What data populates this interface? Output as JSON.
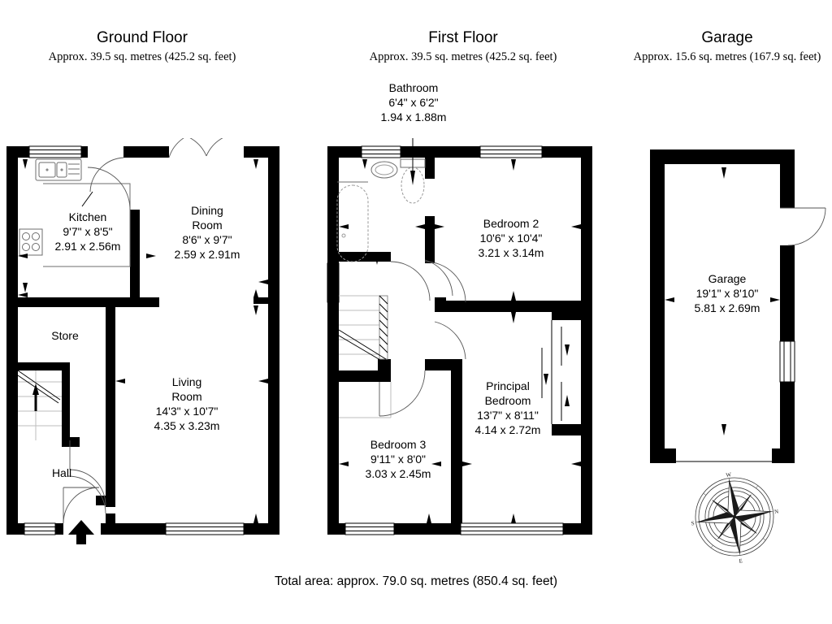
{
  "document": {
    "footer": "Total area: approx. 79.0 sq. metres (850.4 sq. feet)"
  },
  "plans": [
    {
      "id": "ground-floor",
      "title": "Ground Floor",
      "subtitle": "Approx. 39.5 sq. metres (425.2 sq. feet)",
      "rooms": [
        {
          "name": "Kitchen",
          "imperial": "9'7\" x 8'5\"",
          "metric": "2.91 x 2.56m"
        },
        {
          "name": "Dining\nRoom",
          "name_line1": "Dining",
          "name_line2": "Room",
          "imperial": "8'6\" x 9'7\"",
          "metric": "2.59 x 2.91m"
        },
        {
          "name": "Store",
          "imperial": "",
          "metric": ""
        },
        {
          "name": "Living\nRoom",
          "name_line1": "Living",
          "name_line2": "Room",
          "imperial": "14'3\" x 10'7\"",
          "metric": "4.35 x 3.23m"
        },
        {
          "name": "Hall",
          "imperial": "",
          "metric": ""
        }
      ]
    },
    {
      "id": "first-floor",
      "title": "First Floor",
      "subtitle": "Approx. 39.5 sq. metres (425.2 sq. feet)",
      "rooms": [
        {
          "name": "Bathroom",
          "imperial": "6'4\" x 6'2\"",
          "metric": "1.94 x 1.88m"
        },
        {
          "name": "Bedroom 2",
          "imperial": "10'6\" x 10'4\"",
          "metric": "3.21 x 3.14m"
        },
        {
          "name": "Principal\nBedroom",
          "name_line1": "Principal",
          "name_line2": "Bedroom",
          "imperial": "13'7\" x 8'11\"",
          "metric": "4.14 x 2.72m"
        },
        {
          "name": "Bedroom 3",
          "imperial": "9'11\" x 8'0\"",
          "metric": "3.03 x 2.45m"
        }
      ]
    },
    {
      "id": "garage",
      "title": "Garage",
      "subtitle": "Approx. 15.6 sq. metres (167.9 sq. feet)",
      "rooms": [
        {
          "name": "Garage",
          "imperial": "19'1\" x 8'10\"",
          "metric": "5.81 x 2.69m"
        }
      ]
    }
  ],
  "compass": {
    "name": "compass-rose",
    "labels": {
      "top": "W",
      "right": "N",
      "bottom": "E",
      "left": "S"
    }
  },
  "colors": {
    "wall": "#000000",
    "background": "#ffffff",
    "fixture": "#6d6d6d",
    "swing": "#555555",
    "stair": "#bdbdbd"
  }
}
